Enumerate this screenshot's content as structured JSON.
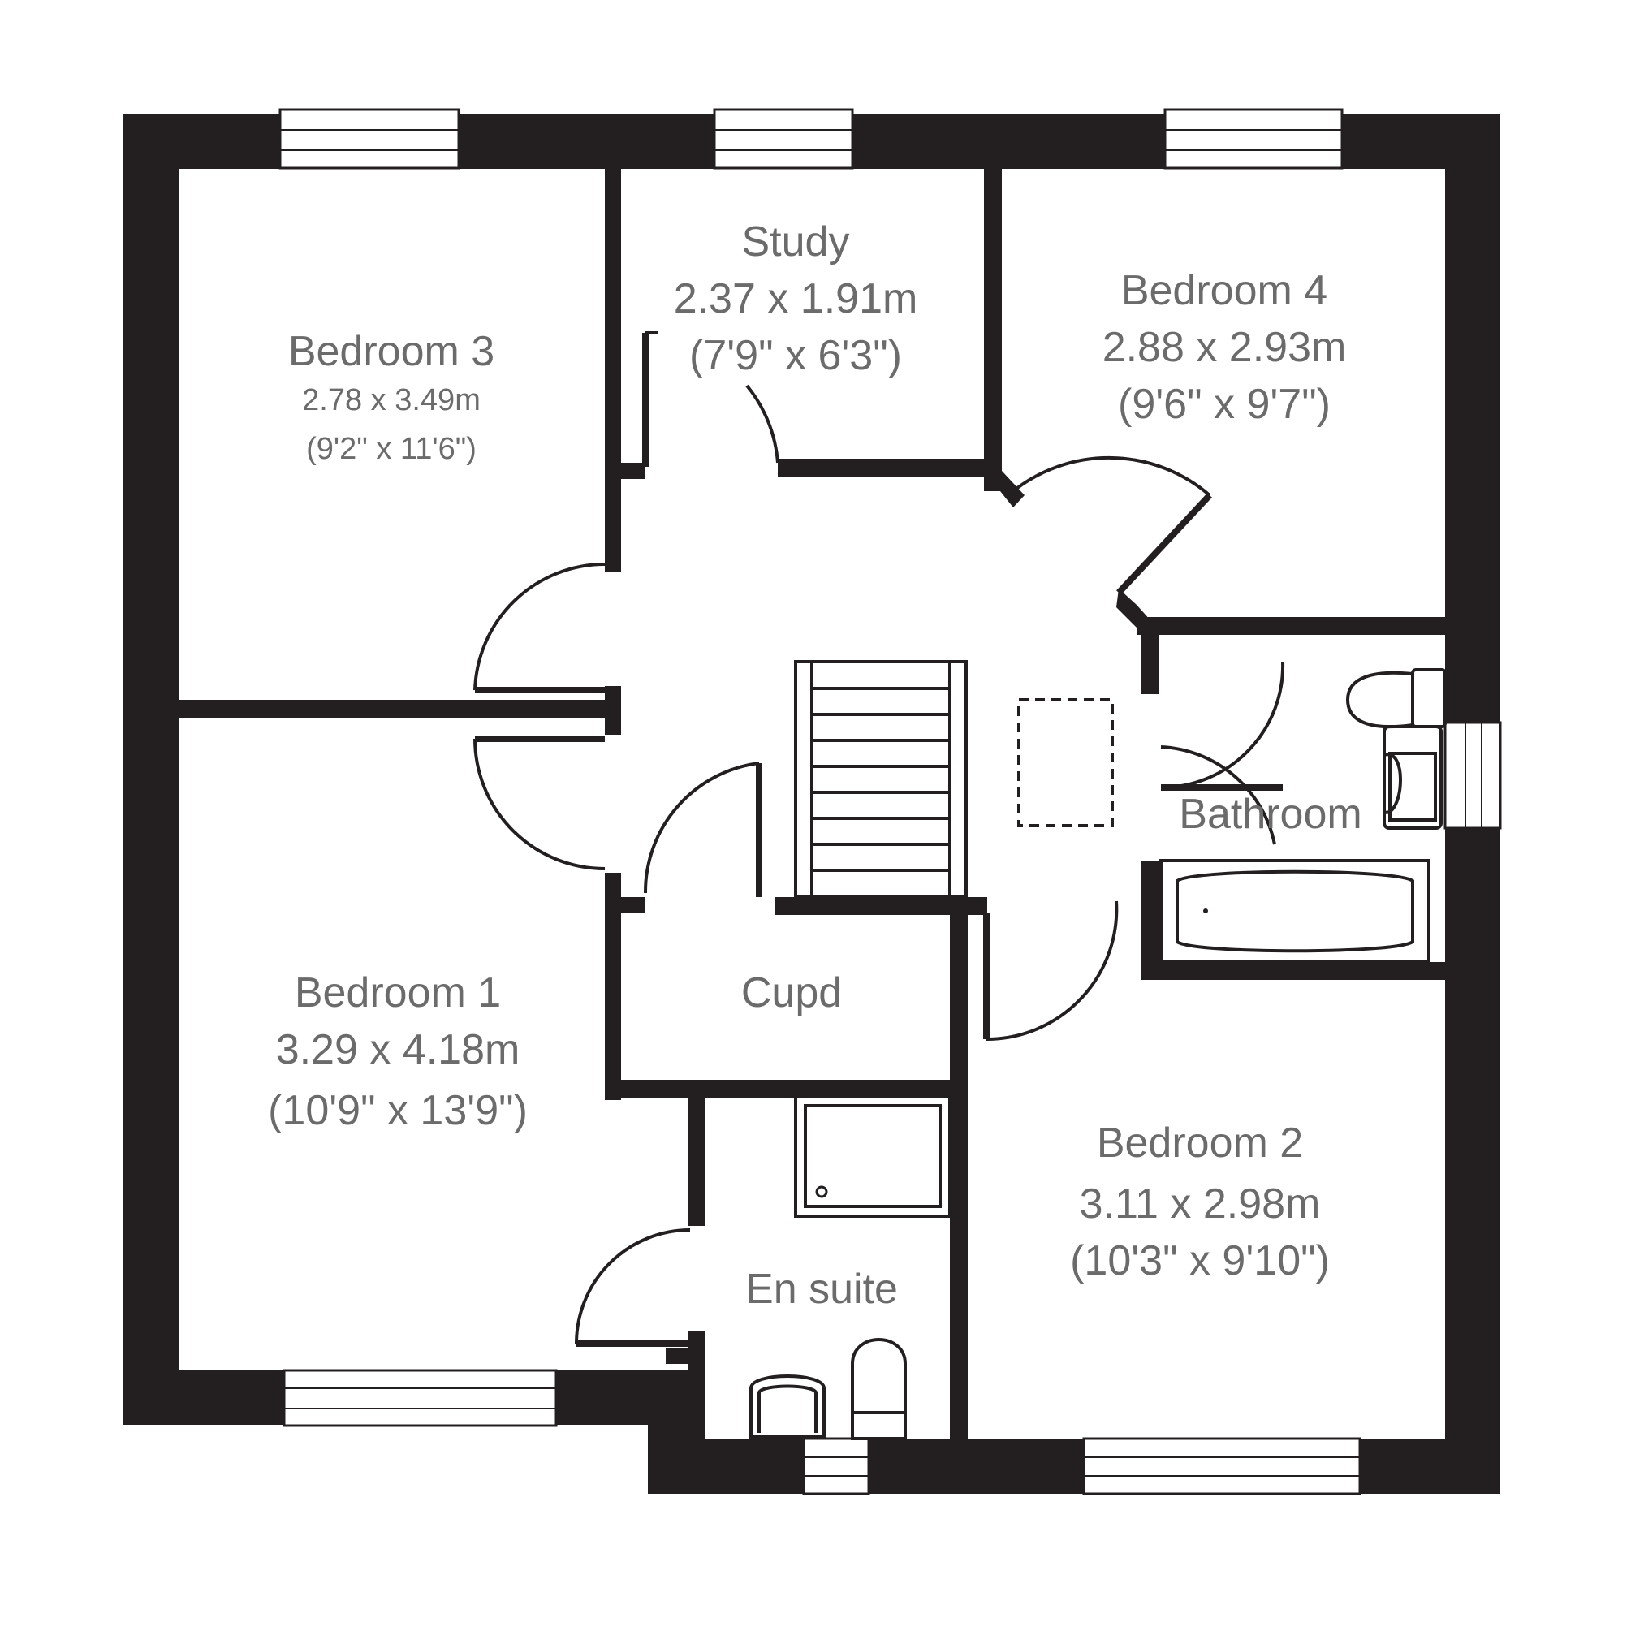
{
  "rooms": {
    "bedroom3": {
      "name": "Bedroom 3",
      "metric": "2.78 x 3.49m",
      "imperial": "(9'2\" x 11'6\")"
    },
    "study": {
      "name": "Study",
      "metric": "2.37 x 1.91m",
      "imperial": "(7'9\" x 6'3\")"
    },
    "bedroom4": {
      "name": "Bedroom 4",
      "metric": "2.88 x 2.93m",
      "imperial": "(9'6\" x 9'7\")"
    },
    "bathroom": {
      "name": "Bathroom"
    },
    "cupd": {
      "name": "Cupd"
    },
    "bedroom1": {
      "name": "Bedroom 1",
      "metric": "3.29 x 4.18m",
      "imperial": "(10'9\" x 13'9\")"
    },
    "bedroom2": {
      "name": "Bedroom 2",
      "metric": "3.11 x 2.98m",
      "imperial": "(10'3\" x 9'10\")"
    },
    "ensuite": {
      "name": "En suite"
    }
  },
  "colors": {
    "wall": "#231f20",
    "text": "#6b6b6b",
    "background": "#ffffff"
  }
}
